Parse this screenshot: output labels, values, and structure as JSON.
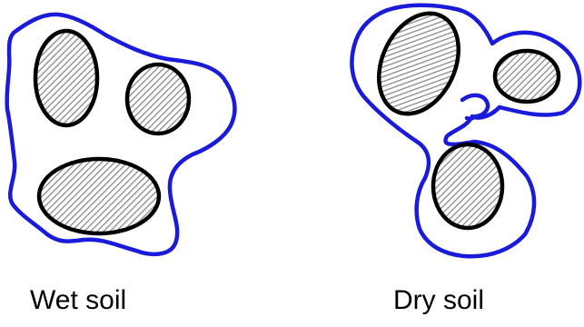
{
  "colors": {
    "water_film": "#1a1adb",
    "particle_outline": "#000000",
    "particle_hatch": "#8a8a8a"
  },
  "panels": [
    {
      "id": "wet",
      "caption": "Wet soil",
      "particle_count": 3
    },
    {
      "id": "dry",
      "caption": "Dry soil",
      "particle_count": 3
    }
  ]
}
